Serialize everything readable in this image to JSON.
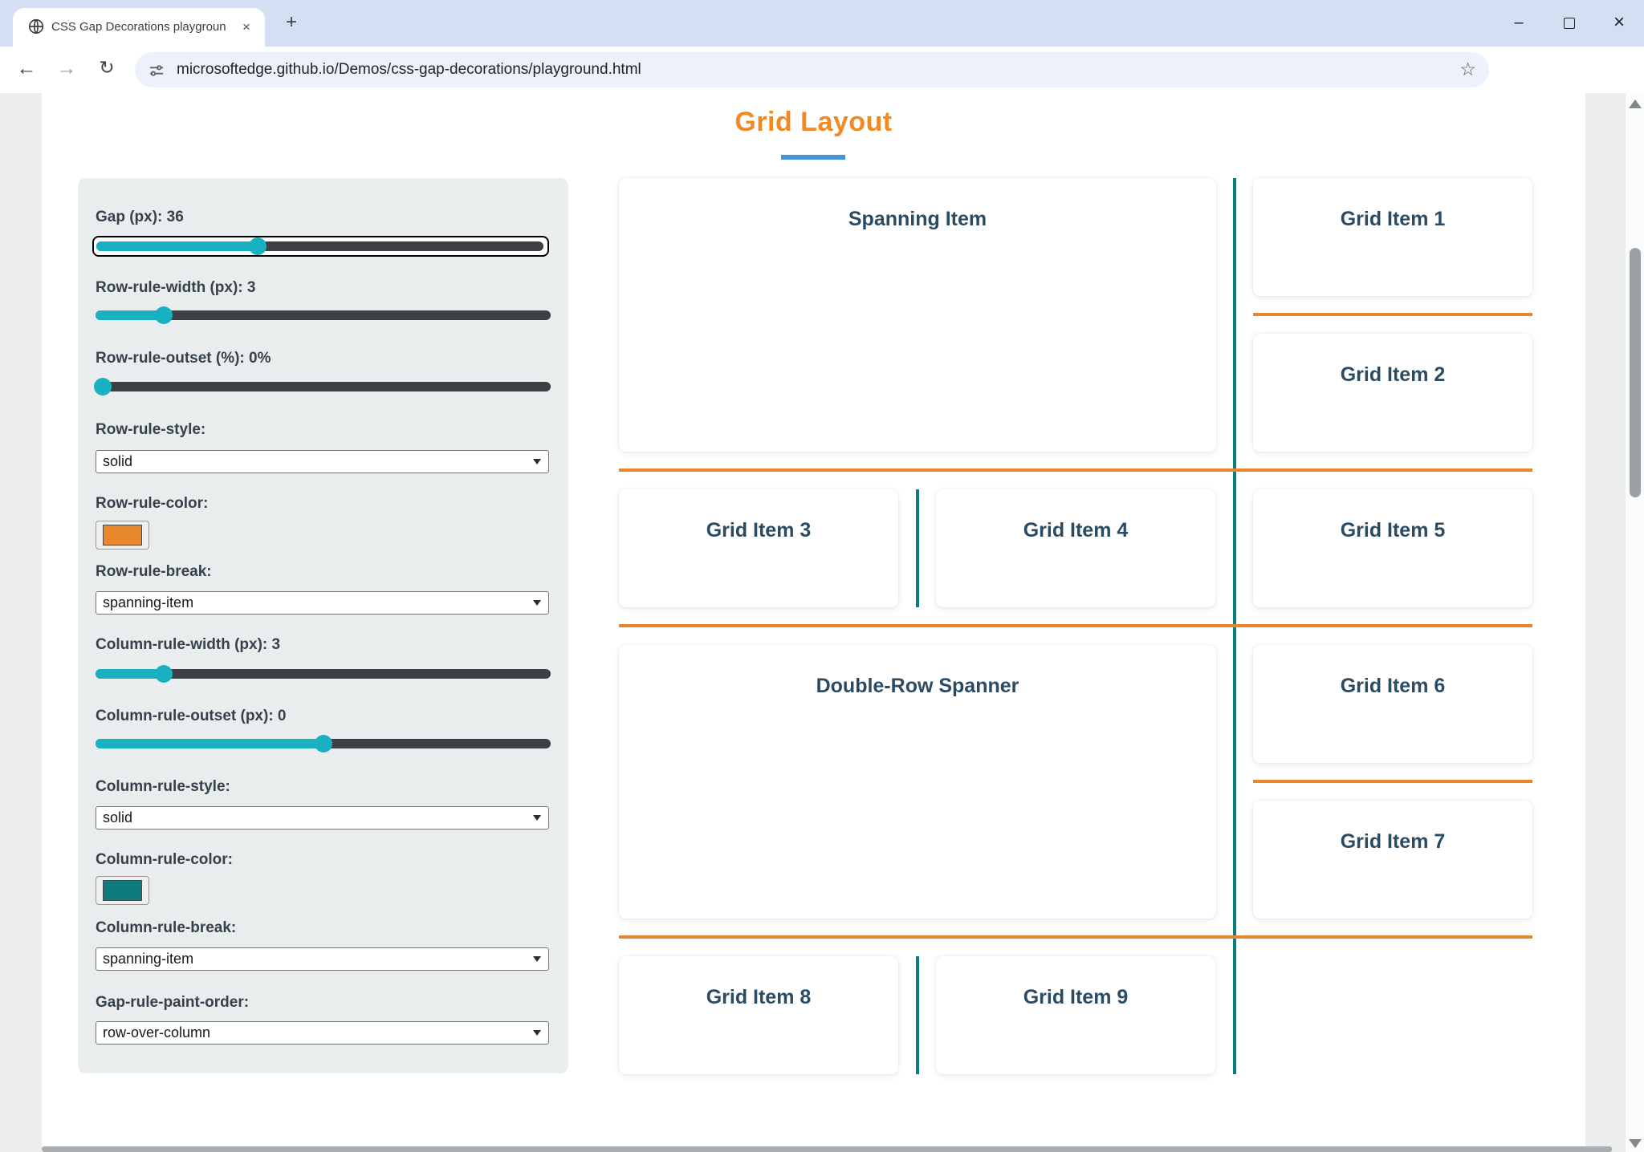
{
  "browser": {
    "tab_title": "CSS Gap Decorations playgroun",
    "url": "microsoftedge.github.io/Demos/css-gap-decorations/playground.html"
  },
  "icons": {
    "back": "←",
    "forward": "→",
    "reload": "↻",
    "star": "☆",
    "new_tab": "+",
    "tab_close": "×",
    "minimize": "–",
    "close": "×",
    "more": "⋮"
  },
  "page": {
    "title": "Grid Layout"
  },
  "colors": {
    "title_orange": "#f08a24",
    "underline_blue": "#4596d2",
    "row_rule": "#e8862b",
    "column_rule": "#0e7c7e",
    "slider_teal": "#19b0c1",
    "row_rule_swatch": "#e8872b",
    "column_rule_swatch": "#0e7c7e"
  },
  "sidebar": {
    "controls": [
      {
        "type": "slider",
        "label": "Gap (px): 36",
        "value": 36,
        "fill_percent": 36,
        "focused": true
      },
      {
        "type": "slider",
        "label": "Row-rule-width (px): 3",
        "value": 3,
        "fill_percent": 15
      },
      {
        "type": "slider",
        "label": "Row-rule-outset (%): 0%",
        "value": 0,
        "fill_percent": 0
      },
      {
        "type": "select",
        "label": "Row-rule-style:",
        "value": "solid"
      },
      {
        "type": "color",
        "label": "Row-rule-color:",
        "value": "#e8872b"
      },
      {
        "type": "select",
        "label": "Row-rule-break:",
        "value": "spanning-item"
      },
      {
        "type": "slider",
        "label": "Column-rule-width (px): 3",
        "value": 3,
        "fill_percent": 15
      },
      {
        "type": "slider",
        "label": "Column-rule-outset (px): 0",
        "value": 0,
        "fill_percent": 50
      },
      {
        "type": "select",
        "label": "Column-rule-style:",
        "value": "solid"
      },
      {
        "type": "color",
        "label": "Column-rule-color:",
        "value": "#0e7c7e"
      },
      {
        "type": "select",
        "label": "Column-rule-break:",
        "value": "spanning-item"
      },
      {
        "type": "select",
        "label": "Gap-rule-paint-order:",
        "value": "row-over-column"
      }
    ]
  },
  "grid": {
    "items": [
      {
        "label": "Spanning Item"
      },
      {
        "label": "Grid Item 1"
      },
      {
        "label": "Grid Item 2"
      },
      {
        "label": "Grid Item 3"
      },
      {
        "label": "Grid Item 4"
      },
      {
        "label": "Grid Item 5"
      },
      {
        "label": "Double-Row Spanner"
      },
      {
        "label": "Grid Item 6"
      },
      {
        "label": "Grid Item 7"
      },
      {
        "label": "Grid Item 8"
      },
      {
        "label": "Grid Item 9"
      }
    ]
  }
}
